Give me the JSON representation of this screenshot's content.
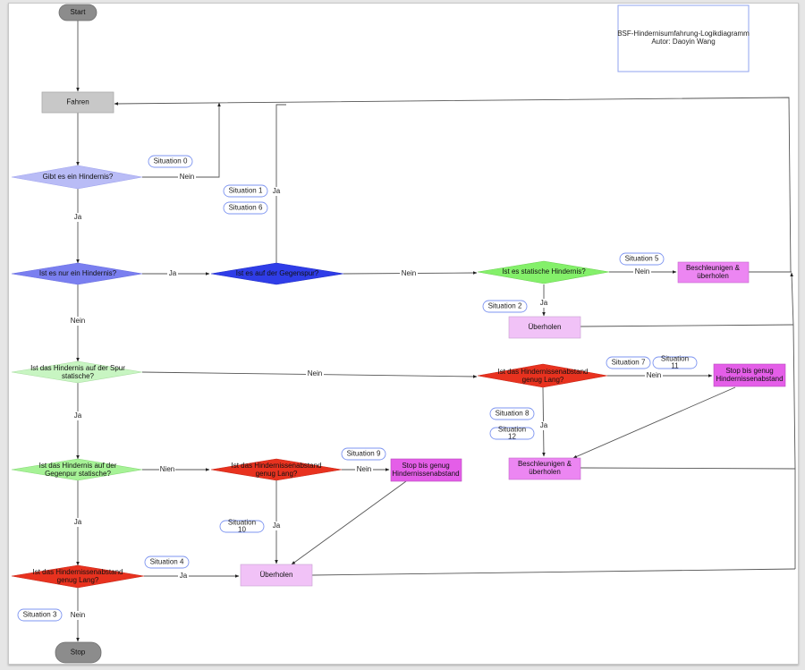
{
  "title_box": {
    "line1": "BSF-Hindernisumfahrung-Logikdiagramm",
    "line2": "Autor: Daoyin Wang"
  },
  "colors": {
    "terminal": "#8c8c8c",
    "process_gray": "#c8c8c8",
    "diamond_lavender": "#b9bcf6",
    "diamond_periwinkle": "#7a7ff0",
    "diamond_blue": "#2f3de8",
    "diamond_lightgreen": "#c8f5c2",
    "diamond_green": "#84f06a",
    "diamond_red": "#e8321f",
    "box_pink_light": "#f1c2f7",
    "box_magenta": "#ec86f2",
    "box_magenta_dark": "#e45ee8",
    "situation_border": "#7d94f0"
  },
  "nodes": {
    "start": "Start",
    "fahren": "Fahren",
    "gibt_es_hindernis": "Gibt es ein Hindernis?",
    "nur_ein_hindernis": "Ist es nur ein Hindernis?",
    "gegenspur": "Ist es auf der Gegenspur?",
    "statische_hindernis": "Ist es statische Hindernis?",
    "beschleunigen_1": [
      "Beschleunigen &",
      "überholen"
    ],
    "ueberholen_1": "Überholen",
    "spur_statisch": [
      "Ist das Hindernis auf der Spur",
      "statische?"
    ],
    "abstand_1": [
      "Ist das Hindernissenabstand",
      "genug Lang?"
    ],
    "stop_genug_1": [
      "Stop bis genug",
      "Hindernissenabstand"
    ],
    "beschleunigen_2": [
      "Beschleunigen &",
      "überholen"
    ],
    "gegenpur_statisch": [
      "Ist das Hindernis auf der",
      "Gegenpur statische?"
    ],
    "abstand_2": [
      "Ist das Hindernissenabstand",
      "genug Lang?"
    ],
    "stop_genug_2": [
      "Stop bis genug",
      "Hindernissenabstand"
    ],
    "abstand_3": [
      "Ist das Hindernissenabstand",
      "genug Lang?"
    ],
    "ueberholen_2": "Überholen",
    "stop": "Stop"
  },
  "edge_labels": {
    "e_gibt_nein": "Nein",
    "e_gibt_ja": "Ja",
    "e_nur_ja": "Ja",
    "e_nur_nein": "Nein",
    "e_gegen_ja": "Ja",
    "e_gegen_nein": "Nein",
    "e_stat_nein": "Nein",
    "e_stat_ja": "Ja",
    "e_spur_nein": "Nein",
    "e_spur_ja": "Ja",
    "e_abst1_nein": "Nein",
    "e_abst1_ja": "Ja",
    "e_gegenpur_nien": "Nien",
    "e_gegenpur_ja": "Ja",
    "e_abst2_nein": "Nein",
    "e_abst2_ja": "Ja",
    "e_abst3_ja": "Ja",
    "e_abst3_nein": "Nein"
  },
  "situations": {
    "s0": [
      "Situation 0"
    ],
    "s1": [
      "Situation 1"
    ],
    "s6": [
      "Situation 6"
    ],
    "s5": [
      "Situation 5"
    ],
    "s2": [
      "Situation 2"
    ],
    "s7": [
      "Situation 7"
    ],
    "s11": [
      "Situation",
      "11"
    ],
    "s8": [
      "Situation 8"
    ],
    "s12": [
      "Situation",
      "12"
    ],
    "s9": [
      "Situation 9"
    ],
    "s10": [
      "Situation",
      "10"
    ],
    "s4": [
      "Situation 4"
    ],
    "s3": [
      "Situation 3"
    ]
  }
}
